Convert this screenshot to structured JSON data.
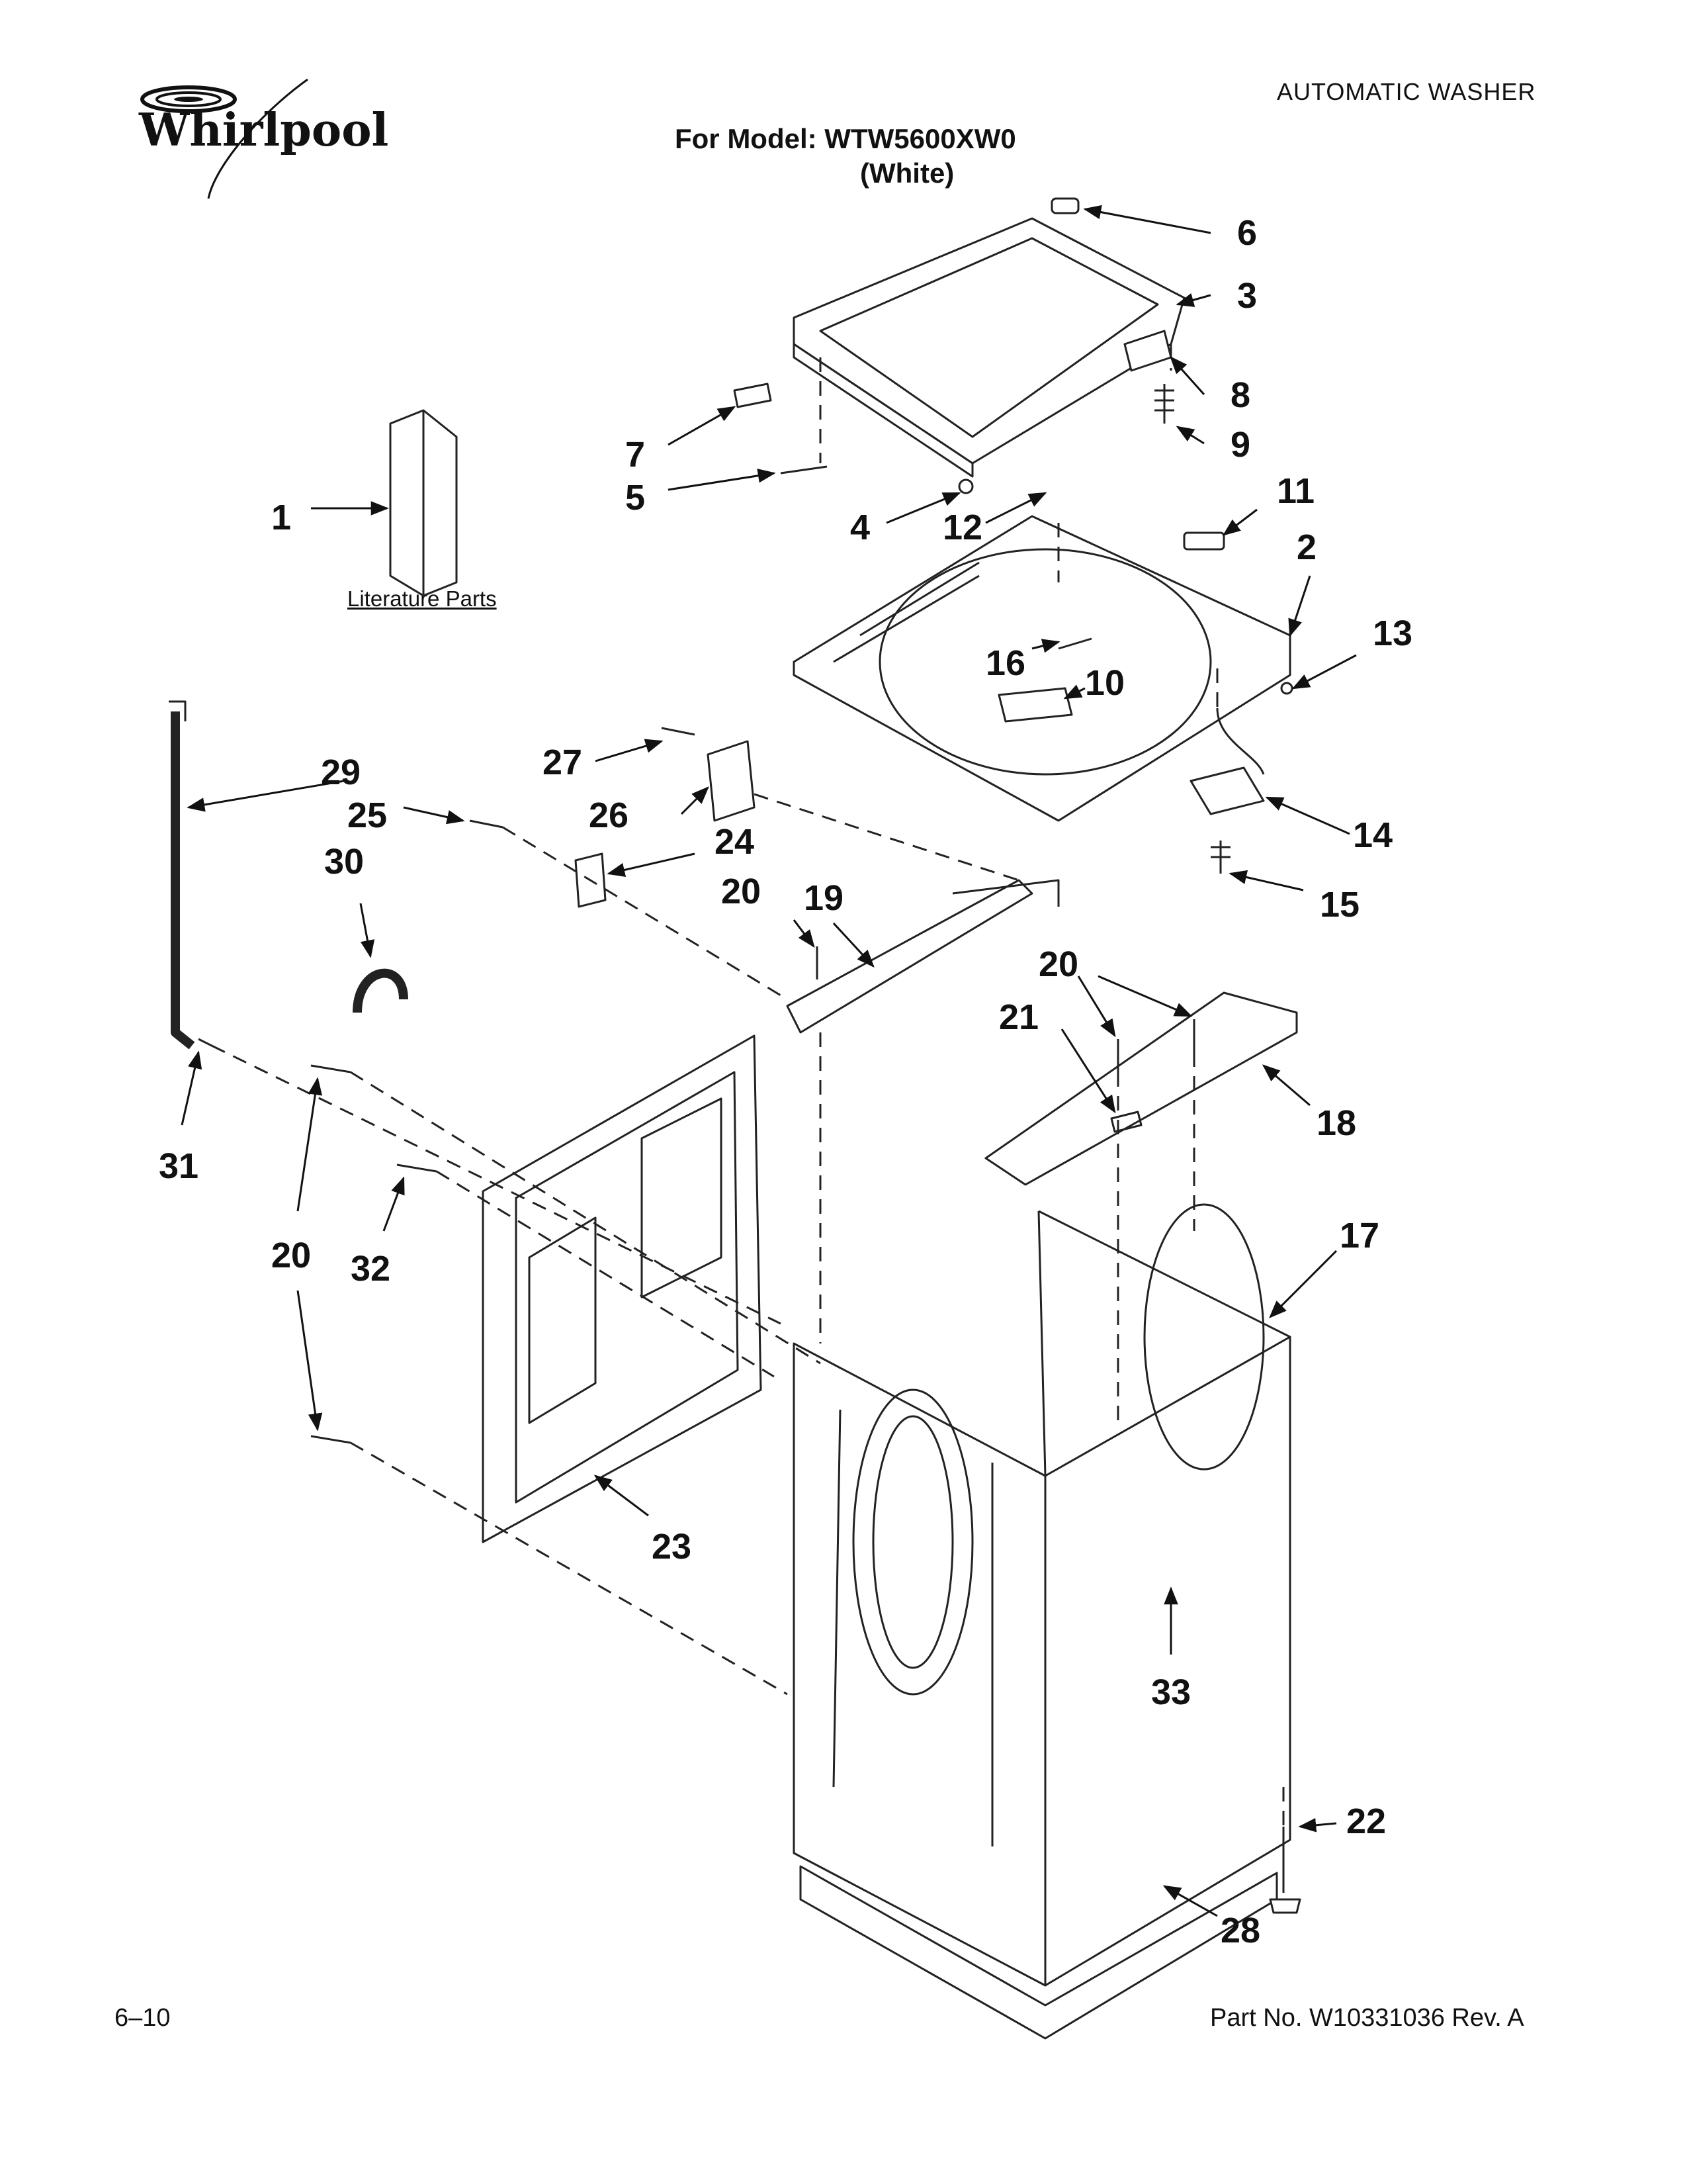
{
  "header": {
    "brand": "Whirlpool",
    "document_type": "AUTOMATIC WASHER",
    "model_line": "For Model: WTW5600XW0",
    "color_line": "(White)"
  },
  "literature_label": "Literature Parts",
  "callouts": [
    "6",
    "3",
    "8",
    "9",
    "7",
    "5",
    "4",
    "12",
    "11",
    "2",
    "13",
    "16",
    "10",
    "1",
    "27",
    "29",
    "26",
    "25",
    "24",
    "30",
    "20",
    "19",
    "14",
    "15",
    "20",
    "21",
    "18",
    "31",
    "17",
    "20",
    "32",
    "20",
    "23",
    "33",
    "22",
    "28"
  ],
  "footer": {
    "page": "6–10",
    "part_number": "Part No. W10331036 Rev. A"
  }
}
